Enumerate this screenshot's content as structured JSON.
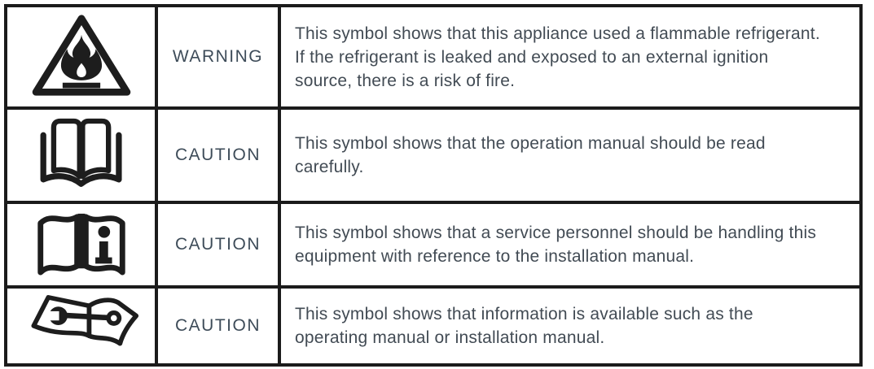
{
  "document": {
    "type": "safety-symbols-table",
    "rows": [
      {
        "icon": "flammable-refrigerant-warning-icon",
        "label": "WARNING",
        "description": "This symbol shows that this appliance used a flammable refrigerant. If the refrigerant is leaked and exposed to an external ignition source, there is a risk of fire."
      },
      {
        "icon": "read-operation-manual-icon",
        "label": "CAUTION",
        "description": "This symbol shows that the operation manual should be read carefully."
      },
      {
        "icon": "installation-manual-info-icon",
        "label": "CAUTION",
        "description": "This symbol shows that a service personnel should be handling this equipment with reference to the installation manual."
      },
      {
        "icon": "service-manual-wrench-icon",
        "label": "CAUTION",
        "description": "This symbol shows that information is available such as the operating manual or installation manual."
      }
    ]
  },
  "colors": {
    "table_border": "#1b1b1b",
    "icon_ink": "#1d1d1d",
    "label_text": "#3e4c59",
    "body_text": "#424b54",
    "background": "#ffffff"
  }
}
